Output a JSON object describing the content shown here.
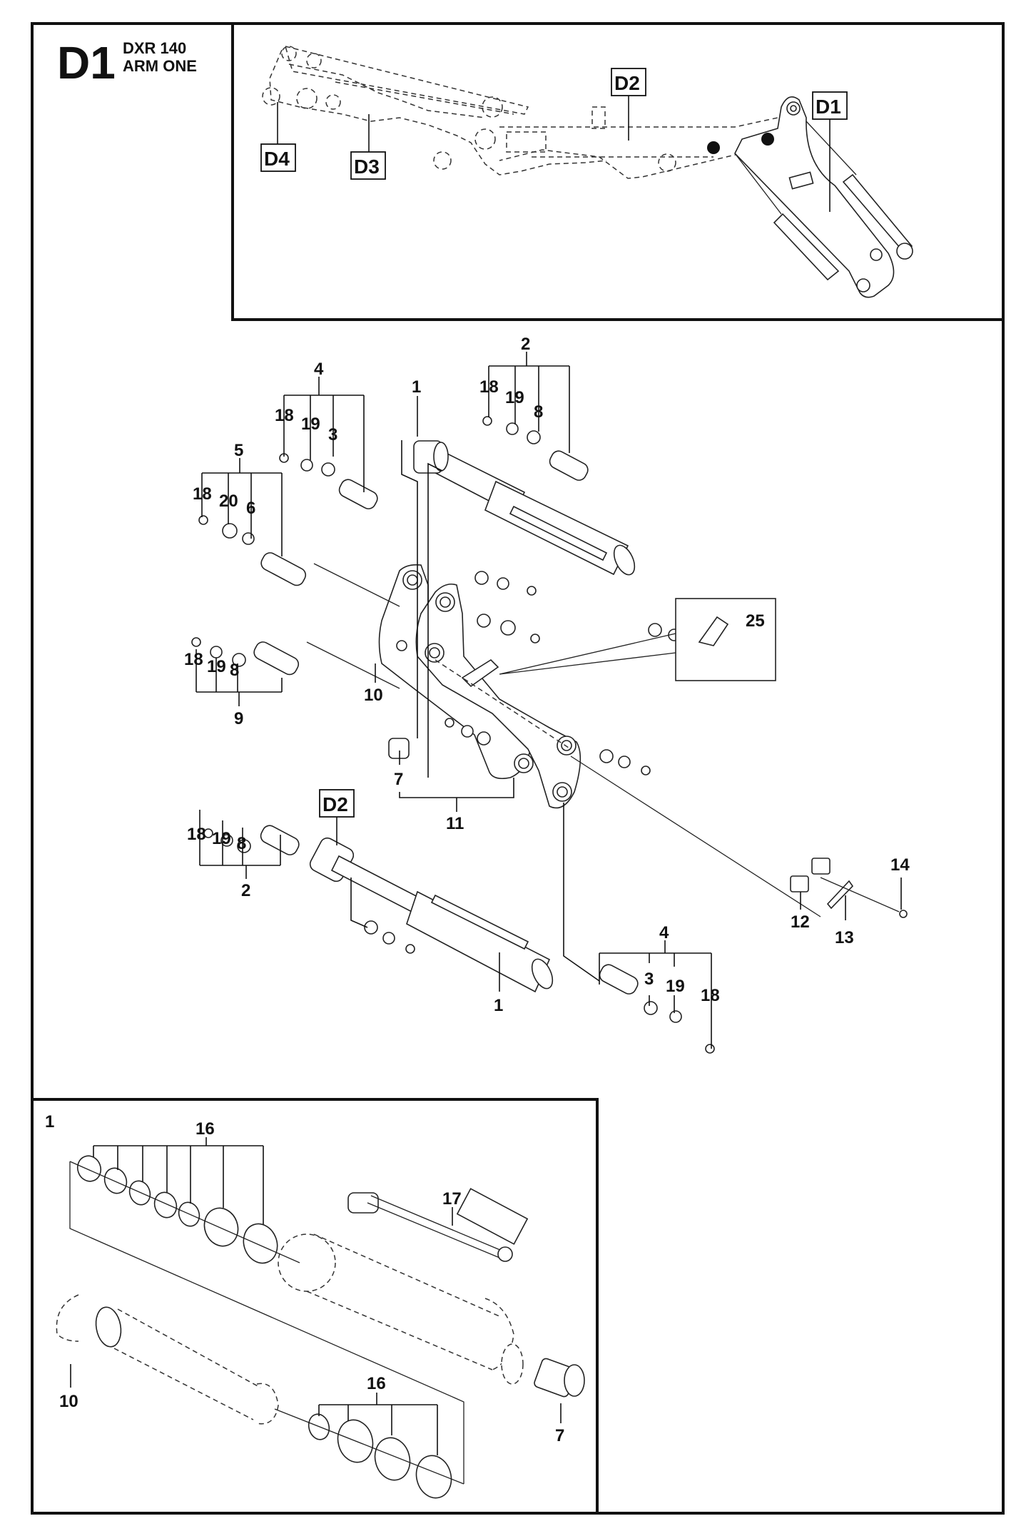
{
  "header": {
    "section_code": "D1",
    "model": "DXR 140",
    "assembly": "ARM ONE"
  },
  "overview": {
    "refs": [
      {
        "id": "D4",
        "label": "D4"
      },
      {
        "id": "D3",
        "label": "D3"
      },
      {
        "id": "D2",
        "label": "D2"
      },
      {
        "id": "D1",
        "label": "D1"
      }
    ]
  },
  "main": {
    "callouts": {
      "c_4_top": "4",
      "c_4_top_18": "18",
      "c_4_top_19": "19",
      "c_4_top_3": "3",
      "c_5": "5",
      "c_5_18": "18",
      "c_5_20": "20",
      "c_5_6": "6",
      "c_1_top": "1",
      "c_2_top": "2",
      "c_2_top_18": "18",
      "c_2_top_19": "19",
      "c_2_top_8": "8",
      "c_25": "25",
      "c_9": "9",
      "c_9_18": "18",
      "c_9_19": "19",
      "c_9_8": "8",
      "c_10": "10",
      "c_7": "7",
      "c_11": "11",
      "c_2_bot": "2",
      "c_2_bot_18": "18",
      "c_2_bot_19": "19",
      "c_2_bot_8": "8",
      "c_d2": "D2",
      "c_1_bot": "1",
      "c_4_bot": "4",
      "c_4_bot_3": "3",
      "c_4_bot_19": "19",
      "c_4_bot_18": "18",
      "c_12": "12",
      "c_13": "13",
      "c_14": "14"
    }
  },
  "inset": {
    "title": "1",
    "callouts": {
      "c_16_top": "16",
      "c_17": "17",
      "c_10": "10",
      "c_16_bot": "16",
      "c_7": "7"
    }
  }
}
